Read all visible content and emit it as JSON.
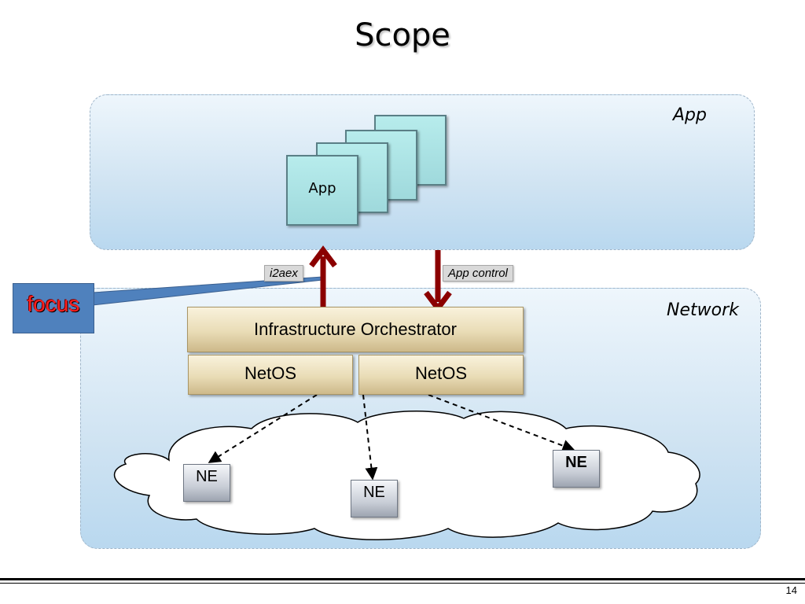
{
  "slide": {
    "title": "Scope",
    "page_number": "14"
  },
  "app_layer": {
    "label": "App",
    "stack": {
      "front_card_label": "App",
      "card_count": 4
    }
  },
  "network_layer": {
    "label": "Network",
    "orchestrator_label": "Infrastructure Orchestrator",
    "netos_left_label": "NetOS",
    "netos_right_label": "NetOS",
    "network_elements": [
      {
        "label": "NE"
      },
      {
        "label": "NE"
      },
      {
        "label": "NE"
      }
    ]
  },
  "interfaces": {
    "up_label": "i2aex",
    "down_label": "App control"
  },
  "callout": {
    "text": "focus"
  },
  "colors": {
    "arrow": "#8b0000",
    "callout_fill": "#4f81bd",
    "callout_text": "#ff2020"
  }
}
